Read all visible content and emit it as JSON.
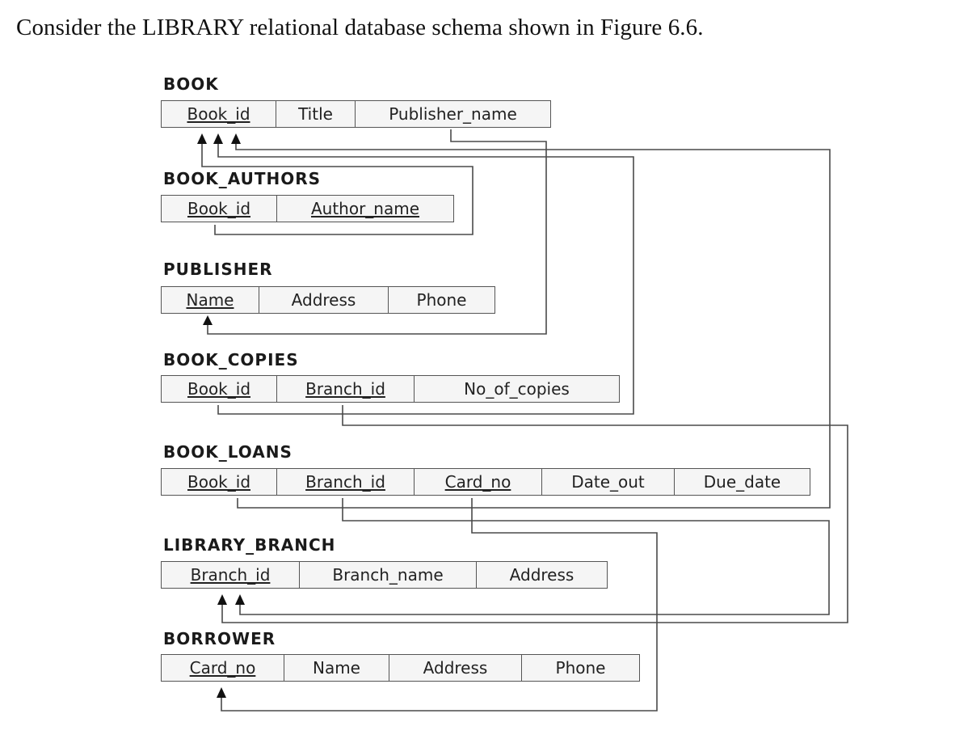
{
  "intro_text": "Consider the LIBRARY relational database schema shown in Figure 6.6.",
  "relations": {
    "book": {
      "name": "BOOK",
      "attributes": [
        {
          "label": "Book_id",
          "pk": true
        },
        {
          "label": "Title",
          "pk": false
        },
        {
          "label": "Publisher_name",
          "pk": false
        }
      ]
    },
    "book_authors": {
      "name": "BOOK_AUTHORS",
      "attributes": [
        {
          "label": "Book_id",
          "pk": true
        },
        {
          "label": "Author_name",
          "pk": true
        }
      ]
    },
    "publisher": {
      "name": "PUBLISHER",
      "attributes": [
        {
          "label": "Name",
          "pk": true
        },
        {
          "label": "Address",
          "pk": false
        },
        {
          "label": "Phone",
          "pk": false
        }
      ]
    },
    "book_copies": {
      "name": "BOOK_COPIES",
      "attributes": [
        {
          "label": "Book_id",
          "pk": true
        },
        {
          "label": "Branch_id",
          "pk": true
        },
        {
          "label": "No_of_copies",
          "pk": false
        }
      ]
    },
    "book_loans": {
      "name": "BOOK_LOANS",
      "attributes": [
        {
          "label": "Book_id",
          "pk": true
        },
        {
          "label": "Branch_id",
          "pk": true
        },
        {
          "label": "Card_no",
          "pk": true
        },
        {
          "label": "Date_out",
          "pk": false
        },
        {
          "label": "Due_date",
          "pk": false
        }
      ]
    },
    "library_branch": {
      "name": "LIBRARY_BRANCH",
      "attributes": [
        {
          "label": "Branch_id",
          "pk": true
        },
        {
          "label": "Branch_name",
          "pk": false
        },
        {
          "label": "Address",
          "pk": false
        }
      ]
    },
    "borrower": {
      "name": "BORROWER",
      "attributes": [
        {
          "label": "Card_no",
          "pk": true
        },
        {
          "label": "Name",
          "pk": false
        },
        {
          "label": "Address",
          "pk": false
        },
        {
          "label": "Phone",
          "pk": false
        }
      ]
    }
  },
  "foreign_keys": [
    {
      "from": "BOOK.Publisher_name",
      "to": "PUBLISHER.Name"
    },
    {
      "from": "BOOK_AUTHORS.Book_id",
      "to": "BOOK.Book_id"
    },
    {
      "from": "BOOK_COPIES.Book_id",
      "to": "BOOK.Book_id"
    },
    {
      "from": "BOOK_COPIES.Branch_id",
      "to": "LIBRARY_BRANCH.Branch_id"
    },
    {
      "from": "BOOK_LOANS.Book_id",
      "to": "BOOK.Book_id"
    },
    {
      "from": "BOOK_LOANS.Branch_id",
      "to": "LIBRARY_BRANCH.Branch_id"
    },
    {
      "from": "BOOK_LOANS.Card_no",
      "to": "BORROWER.Card_no"
    }
  ]
}
